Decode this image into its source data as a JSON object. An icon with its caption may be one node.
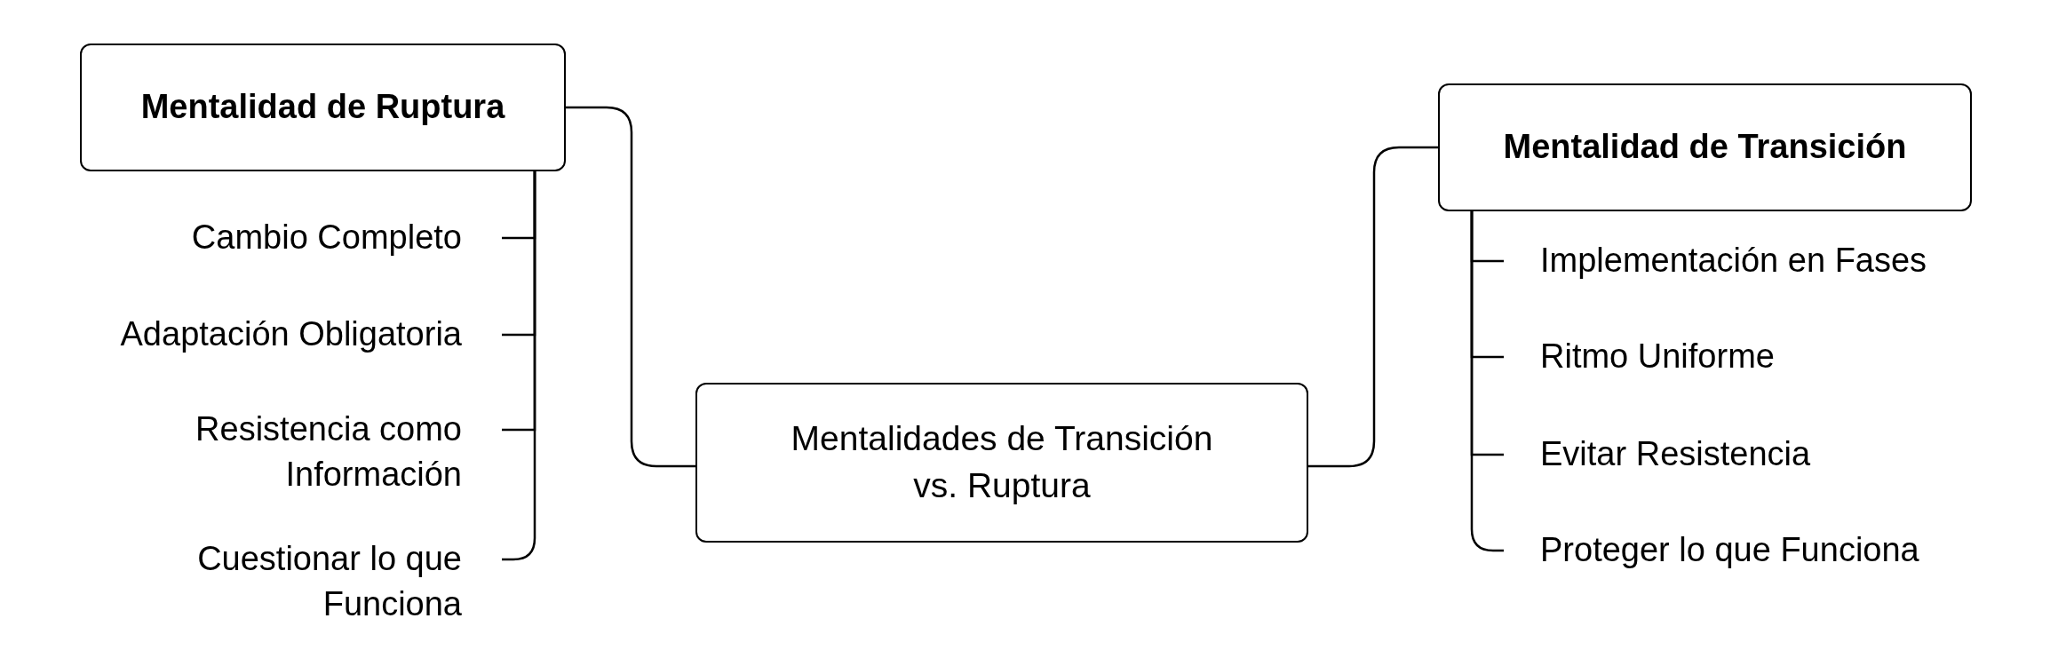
{
  "diagram": {
    "nodes": [
      {
        "text": [
          "Mentalidades de Transición vs. Ruptura"
        ]
      },
      {
        "text": [
          "Mentalidad de Ruptura"
        ]
      },
      {
        "text": [
          "Cambio Completo"
        ]
      },
      {
        "text": [
          "Adaptación Obligatoria"
        ]
      },
      {
        "text": [
          "Resistencia como Información"
        ]
      },
      {
        "text": [
          "Cuestionar lo que Funciona"
        ]
      },
      {
        "text": [
          "Mentalidad de Transición"
        ]
      },
      {
        "text": [
          "Implementación en Fases"
        ]
      },
      {
        "text": [
          "Ritmo Uniforme"
        ]
      },
      {
        "text": [
          "Evitar Resistencia"
        ]
      },
      {
        "text": [
          "Proteger lo que Funciona"
        ]
      }
    ],
    "edges": [
      {
        "from": 0,
        "to": 1,
        "arrow": "none"
      },
      {
        "from": 1,
        "to": 2,
        "arrow": "none"
      },
      {
        "from": 1,
        "to": 3,
        "arrow": "none"
      },
      {
        "from": 1,
        "to": 4,
        "arrow": "none"
      },
      {
        "from": 1,
        "to": 5,
        "arrow": "none"
      },
      {
        "from": 0,
        "to": 6,
        "arrow": "none"
      },
      {
        "from": 6,
        "to": 7,
        "arrow": "none"
      },
      {
        "from": 6,
        "to": 8,
        "arrow": "none"
      },
      {
        "from": 6,
        "to": 9,
        "arrow": "none"
      },
      {
        "from": 6,
        "to": 10,
        "arrow": "none"
      }
    ]
  }
}
